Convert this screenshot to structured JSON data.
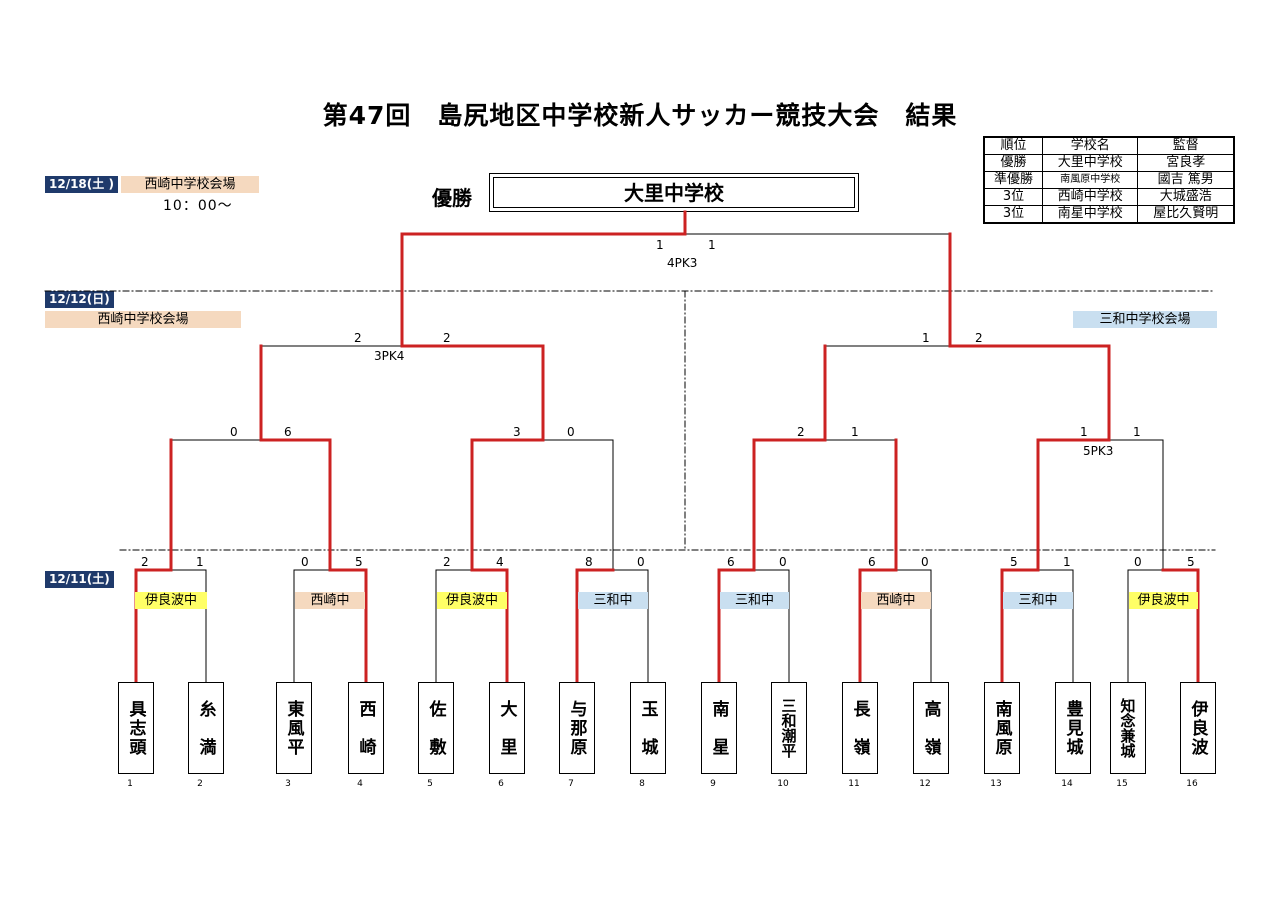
{
  "title": "第47回　島尻地区中学校新人サッカー競技大会　結果",
  "final_day": {
    "date": "12/18(土 )",
    "venue": "西崎中学校会場",
    "time": "10：00～"
  },
  "day2": {
    "date": "12/12(日)",
    "venue_left": "西崎中学校会場",
    "venue_right": "三和中学校会場"
  },
  "day1": {
    "date": "12/11(土)"
  },
  "winner": {
    "label": "優勝",
    "team": "大里中学校"
  },
  "results_table": {
    "headers": [
      "順位",
      "学校名",
      "監督"
    ],
    "rows": [
      [
        "優勝",
        "大里中学校",
        "宮良孝"
      ],
      [
        "準優勝",
        "南風原中学校",
        "國吉 篤男"
      ],
      [
        "3位",
        "西崎中学校",
        "大城盛浩"
      ],
      [
        "3位",
        "南星中学校",
        "屋比久賢明"
      ]
    ]
  },
  "teams": [
    {
      "name": "具志頭",
      "seed": "1"
    },
    {
      "name": "糸　満",
      "seed": "2"
    },
    {
      "name": "東風平",
      "seed": "3"
    },
    {
      "name": "西　崎",
      "seed": "4"
    },
    {
      "name": "佐　敷",
      "seed": "5"
    },
    {
      "name": "大　里",
      "seed": "6"
    },
    {
      "name": "与那原",
      "seed": "7"
    },
    {
      "name": "玉　城",
      "seed": "8"
    },
    {
      "name": "南　星",
      "seed": "9"
    },
    {
      "name": "三和潮平",
      "seed": "10"
    },
    {
      "name": "長　嶺",
      "seed": "11"
    },
    {
      "name": "高　嶺",
      "seed": "12"
    },
    {
      "name": "南風原",
      "seed": "13"
    },
    {
      "name": "豊見城",
      "seed": "14"
    },
    {
      "name": "知念兼城",
      "seed": "15"
    },
    {
      "name": "伊良波",
      "seed": "16"
    }
  ],
  "r1_venues": [
    "伊良波中",
    "西崎中",
    "伊良波中",
    "三和中",
    "三和中",
    "西崎中",
    "三和中",
    "伊良波中"
  ],
  "r1_scores": [
    [
      "2",
      "1"
    ],
    [
      "0",
      "5"
    ],
    [
      "2",
      "4"
    ],
    [
      "8",
      "0"
    ],
    [
      "6",
      "0"
    ],
    [
      "6",
      "0"
    ],
    [
      "5",
      "1"
    ],
    [
      "0",
      "5"
    ]
  ],
  "r2_scores": [
    [
      "0",
      "6"
    ],
    [
      "3",
      "0"
    ],
    [
      "2",
      "1"
    ],
    [
      "1",
      "1"
    ]
  ],
  "r2_pk": [
    "5PK3"
  ],
  "semi_scores": [
    [
      "2",
      "2"
    ],
    [
      "1",
      "2"
    ]
  ],
  "semi_pk": [
    "3PK4"
  ],
  "final_scores": [
    "1",
    "1"
  ],
  "final_pk": "4PK3",
  "colors": {
    "win_line": "#cc2222",
    "date_bg": "#1f3a6b",
    "tan": "#f5d9bf",
    "blue": "#c9dff0",
    "yellow": "#ffff66"
  }
}
